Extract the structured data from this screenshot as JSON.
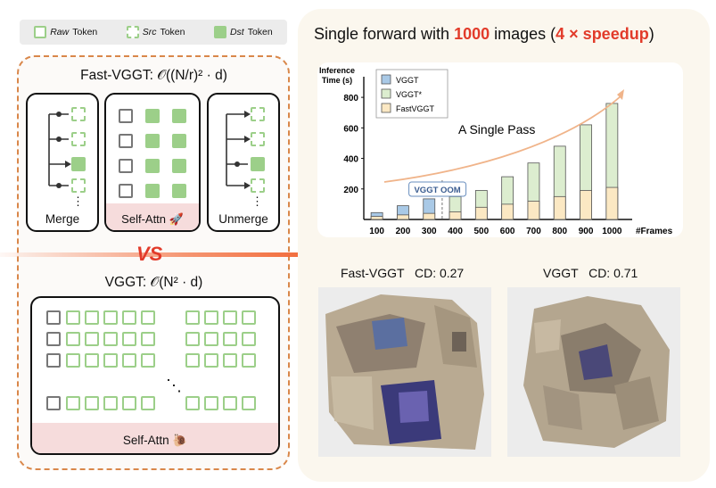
{
  "legend": {
    "raw_italic": "Raw",
    "raw_rest": "Token",
    "src_italic": "Src",
    "src_rest": "Token",
    "dst_italic": "Dst",
    "dst_rest": "Token"
  },
  "fast_vggt": {
    "title": "Fast-VGGT: 𝒪((N/r)² · d)",
    "merge_label": "Merge",
    "self_attn_label": "Self-Attn 🚀",
    "unmerge_label": "Unmerge",
    "ellipsis": "⋮"
  },
  "vs_label": "VS",
  "vggt": {
    "title": "VGGT: 𝒪(N² · d)",
    "self_attn_label": "Self-Attn 🐌",
    "ellipsis": "⋱"
  },
  "headline": {
    "prefix": "Single forward with ",
    "count": "1000",
    "middle": " images (",
    "speedup": "4 × speedup",
    "suffix": ")"
  },
  "chart_data": {
    "type": "bar",
    "ylabel": "Inference Time (s)",
    "xlabel": "#Frames",
    "categories": [
      "100",
      "200",
      "300",
      "400",
      "500",
      "600",
      "700",
      "800",
      "900",
      "1000"
    ],
    "ylim": [
      0,
      900
    ],
    "yticks": [
      200,
      400,
      600,
      800
    ],
    "series": [
      {
        "name": "VGGT",
        "values": [
          45,
          90,
          135,
          null,
          null,
          null,
          null,
          null,
          null,
          null
        ],
        "color": "#a9c9e6"
      },
      {
        "name": "VGGT*",
        "values": [
          null,
          null,
          null,
          150,
          190,
          280,
          370,
          480,
          620,
          760
        ],
        "color": "#dcedcf"
      },
      {
        "name": "FastVGGT",
        "values": [
          20,
          30,
          40,
          50,
          80,
          100,
          120,
          150,
          190,
          210
        ],
        "color": "#fbe8c3"
      }
    ],
    "annotations": {
      "oom": "VGGT OOM",
      "curve": "A Single Pass"
    }
  },
  "results": {
    "fast_label": "Fast-VGGT   CD: 0.27",
    "vggt_label": "VGGT   CD: 0.71"
  },
  "colors": {
    "dst": "#9ccf89",
    "orange_dash": "#d9874a",
    "arrow": "#f26b3a",
    "red": "#e23b2a"
  }
}
